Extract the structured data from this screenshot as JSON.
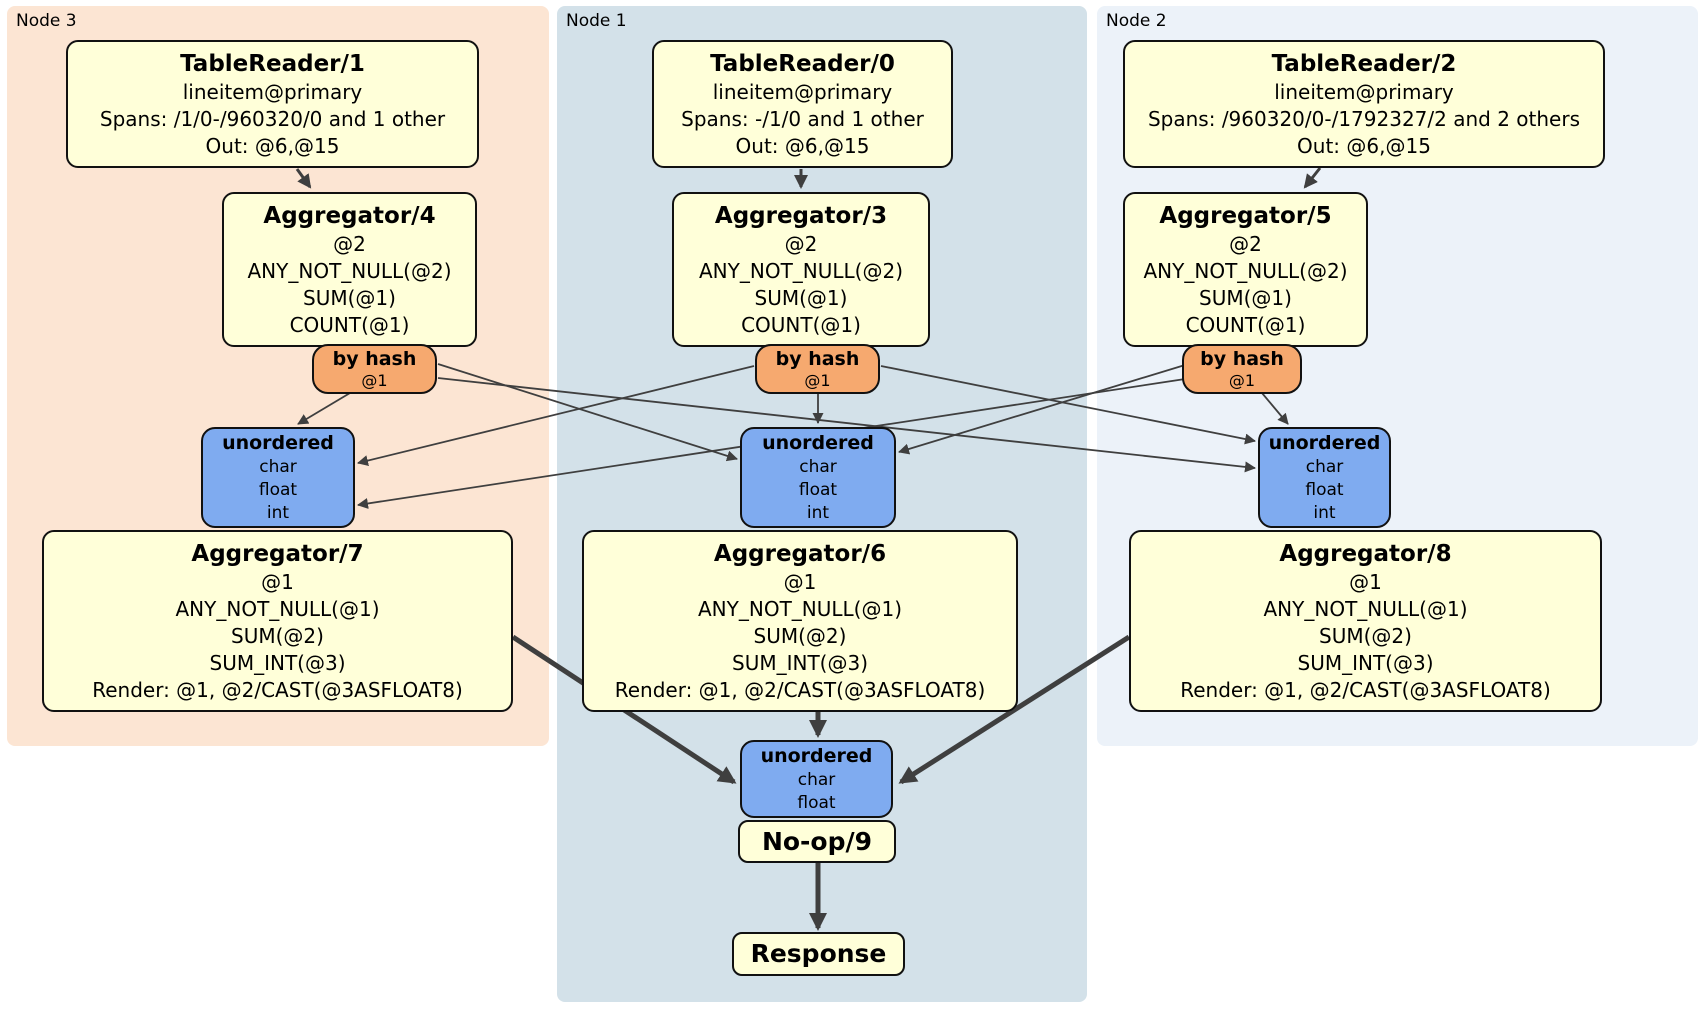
{
  "nodes": {
    "node3": {
      "label": "Node 3"
    },
    "node1": {
      "label": "Node 1"
    },
    "node2": {
      "label": "Node 2"
    }
  },
  "processors": {
    "tr1": {
      "title": "TableReader/1",
      "lines": [
        "lineitem@primary",
        "Spans: /1/0-/960320/0 and 1 other",
        "Out: @6,@15"
      ]
    },
    "tr0": {
      "title": "TableReader/0",
      "lines": [
        "lineitem@primary",
        "Spans: -/1/0 and 1 other",
        "Out: @6,@15"
      ]
    },
    "tr2": {
      "title": "TableReader/2",
      "lines": [
        "lineitem@primary",
        "Spans: /960320/0-/1792327/2 and 2 others",
        "Out: @6,@15"
      ]
    },
    "agg4": {
      "title": "Aggregator/4",
      "lines": [
        "@2",
        "ANY_NOT_NULL(@2)",
        "SUM(@1)",
        "COUNT(@1)"
      ]
    },
    "agg3": {
      "title": "Aggregator/3",
      "lines": [
        "@2",
        "ANY_NOT_NULL(@2)",
        "SUM(@1)",
        "COUNT(@1)"
      ]
    },
    "agg5": {
      "title": "Aggregator/5",
      "lines": [
        "@2",
        "ANY_NOT_NULL(@2)",
        "SUM(@1)",
        "COUNT(@1)"
      ]
    },
    "agg7": {
      "title": "Aggregator/7",
      "lines": [
        "@1",
        "ANY_NOT_NULL(@1)",
        "SUM(@2)",
        "SUM_INT(@3)",
        "Render: @1, @2/CAST(@3ASFLOAT8)"
      ]
    },
    "agg6": {
      "title": "Aggregator/6",
      "lines": [
        "@1",
        "ANY_NOT_NULL(@1)",
        "SUM(@2)",
        "SUM_INT(@3)",
        "Render: @1, @2/CAST(@3ASFLOAT8)"
      ]
    },
    "agg8": {
      "title": "Aggregator/8",
      "lines": [
        "@1",
        "ANY_NOT_NULL(@1)",
        "SUM(@2)",
        "SUM_INT(@3)",
        "Render: @1, @2/CAST(@3ASFLOAT8)"
      ]
    },
    "noop": {
      "title": "No-op/9"
    },
    "response": {
      "title": "Response"
    }
  },
  "routers": {
    "r3": {
      "title": "by hash",
      "lines": [
        "@1"
      ]
    },
    "r1": {
      "title": "by hash",
      "lines": [
        "@1"
      ]
    },
    "r2": {
      "title": "by hash",
      "lines": [
        "@1"
      ]
    }
  },
  "syncs": {
    "s3": {
      "title": "unordered",
      "lines": [
        "char",
        "float",
        "int"
      ]
    },
    "s1": {
      "title": "unordered",
      "lines": [
        "char",
        "float",
        "int"
      ]
    },
    "s2": {
      "title": "unordered",
      "lines": [
        "char",
        "float",
        "int"
      ]
    },
    "sfinal": {
      "title": "unordered",
      "lines": [
        "char",
        "float"
      ]
    }
  },
  "colors": {
    "node3_bg": "#fce5d3",
    "node1_bg": "#d3e1e9",
    "node2_bg": "#ecf2f9",
    "processor_bg": "#ffffd9",
    "router_bg": "#f6a96f",
    "sync_bg": "#7fabf0",
    "border": "#111111",
    "edge": "#3f3f3f"
  }
}
